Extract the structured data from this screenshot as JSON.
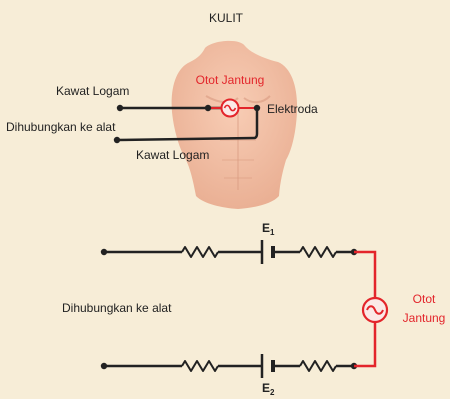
{
  "top": {
    "title": "KULIT",
    "heart_label": "Otot Jantung",
    "wire_label_top": "Kawat Logam",
    "wire_label_bottom": "Kawat Logam",
    "device_label": "Dihubungkan ke alat",
    "electrode_label": "Elektroda"
  },
  "bottom": {
    "device_label": "Dihubungkan ke alat",
    "e1_main": "E",
    "e1_sub": "1",
    "e2_main": "E",
    "e2_sub": "2",
    "heart_label_line1": "Otot",
    "heart_label_line2": "Jantung"
  },
  "colors": {
    "background": "#f7edd7",
    "skin": "#f1bfa4",
    "wire": "#222222",
    "heart": "#e3252b"
  },
  "icons": {
    "heart_source": "ac-source-icon",
    "resistor": "resistor-icon",
    "battery": "battery-icon"
  }
}
